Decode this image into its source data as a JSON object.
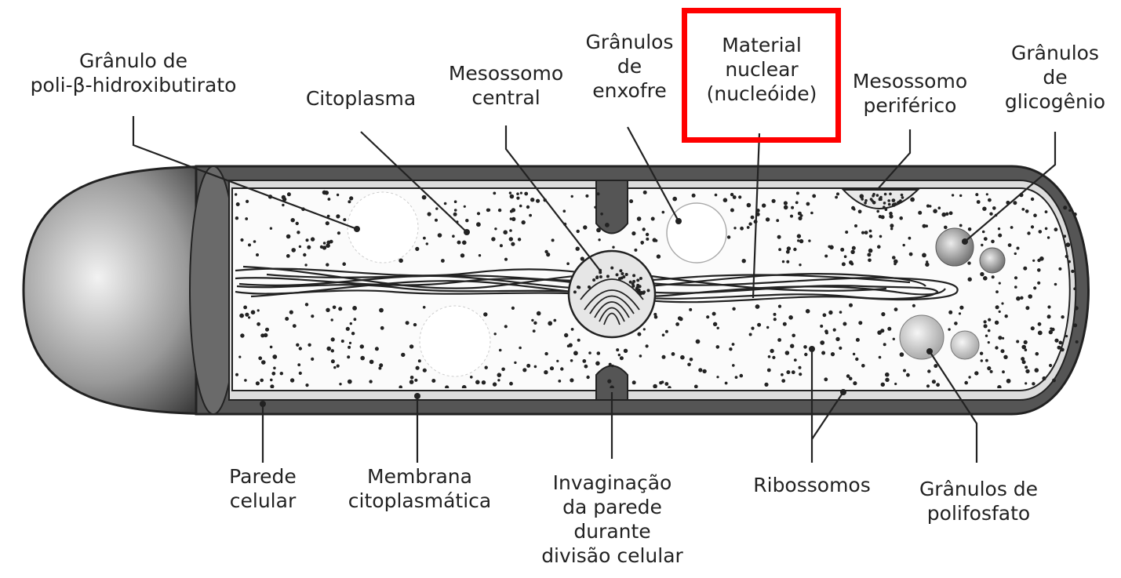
{
  "labels": {
    "granulo_poli": [
      "Grânulo de",
      "poli-β-hidroxibutirato"
    ],
    "citoplasma": [
      "Citoplasma"
    ],
    "mesossomo_central": [
      "Mesossomo",
      "central"
    ],
    "granulos_enxofre": [
      "Grânulos",
      "de",
      "enxofre"
    ],
    "material_nuclear": [
      "Material",
      "nuclear",
      "(nucleóide)"
    ],
    "mesossomo_periferico": [
      "Mesossomo",
      "periférico"
    ],
    "granulos_glicogenio": [
      "Grânulos",
      "de",
      "glicogênio"
    ],
    "parede_celular": [
      "Parede",
      "celular"
    ],
    "membrana": [
      "Membrana",
      "citoplasmática"
    ],
    "invaginacao": [
      "Invaginação",
      "da parede",
      "durante",
      "divisão celular"
    ],
    "ribossomos": [
      "Ribossomos"
    ],
    "granulos_polifosfato": [
      "Grânulos de",
      "polifosfato"
    ]
  },
  "highlight": {
    "target": "material_nuclear",
    "color": "#ff0000"
  }
}
